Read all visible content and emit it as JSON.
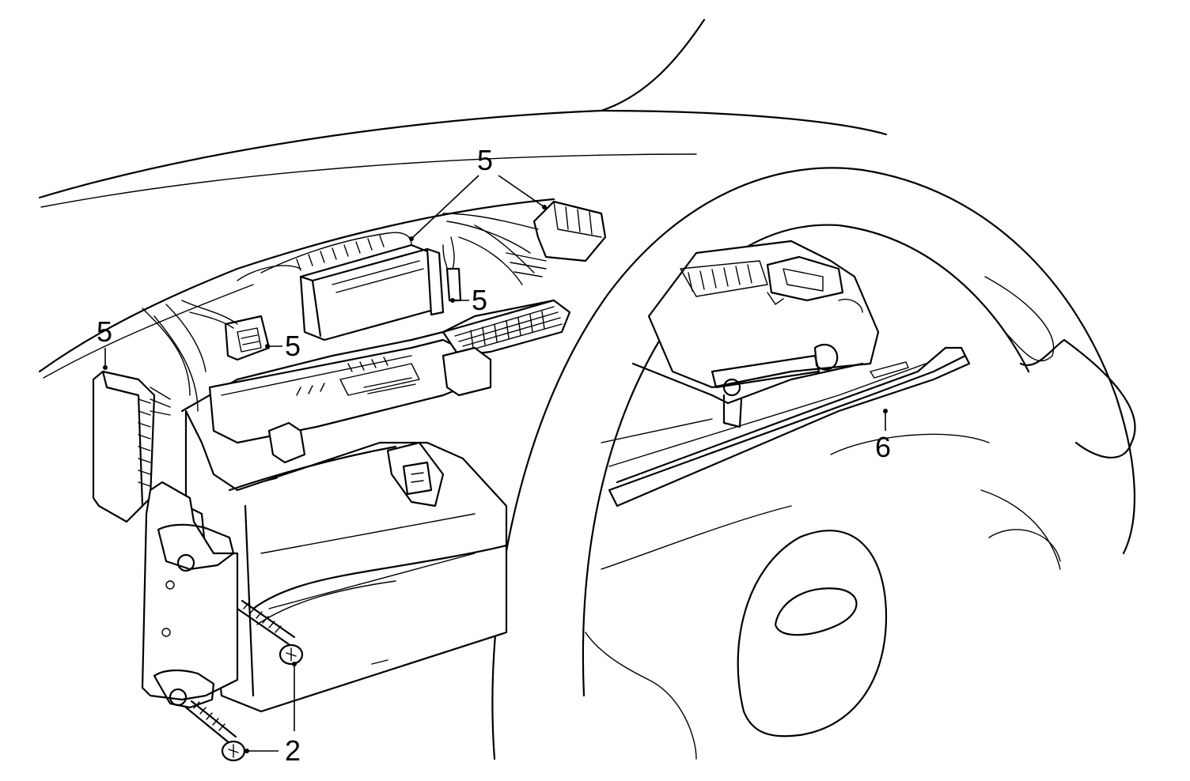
{
  "diagram": {
    "callouts": [
      {
        "id": "c5-top",
        "label": "5"
      },
      {
        "id": "c5-mid-right",
        "label": "5"
      },
      {
        "id": "c5-small-connector",
        "label": "5"
      },
      {
        "id": "c5-left",
        "label": "5"
      },
      {
        "id": "c6",
        "label": "6"
      },
      {
        "id": "c2",
        "label": "2"
      }
    ]
  }
}
